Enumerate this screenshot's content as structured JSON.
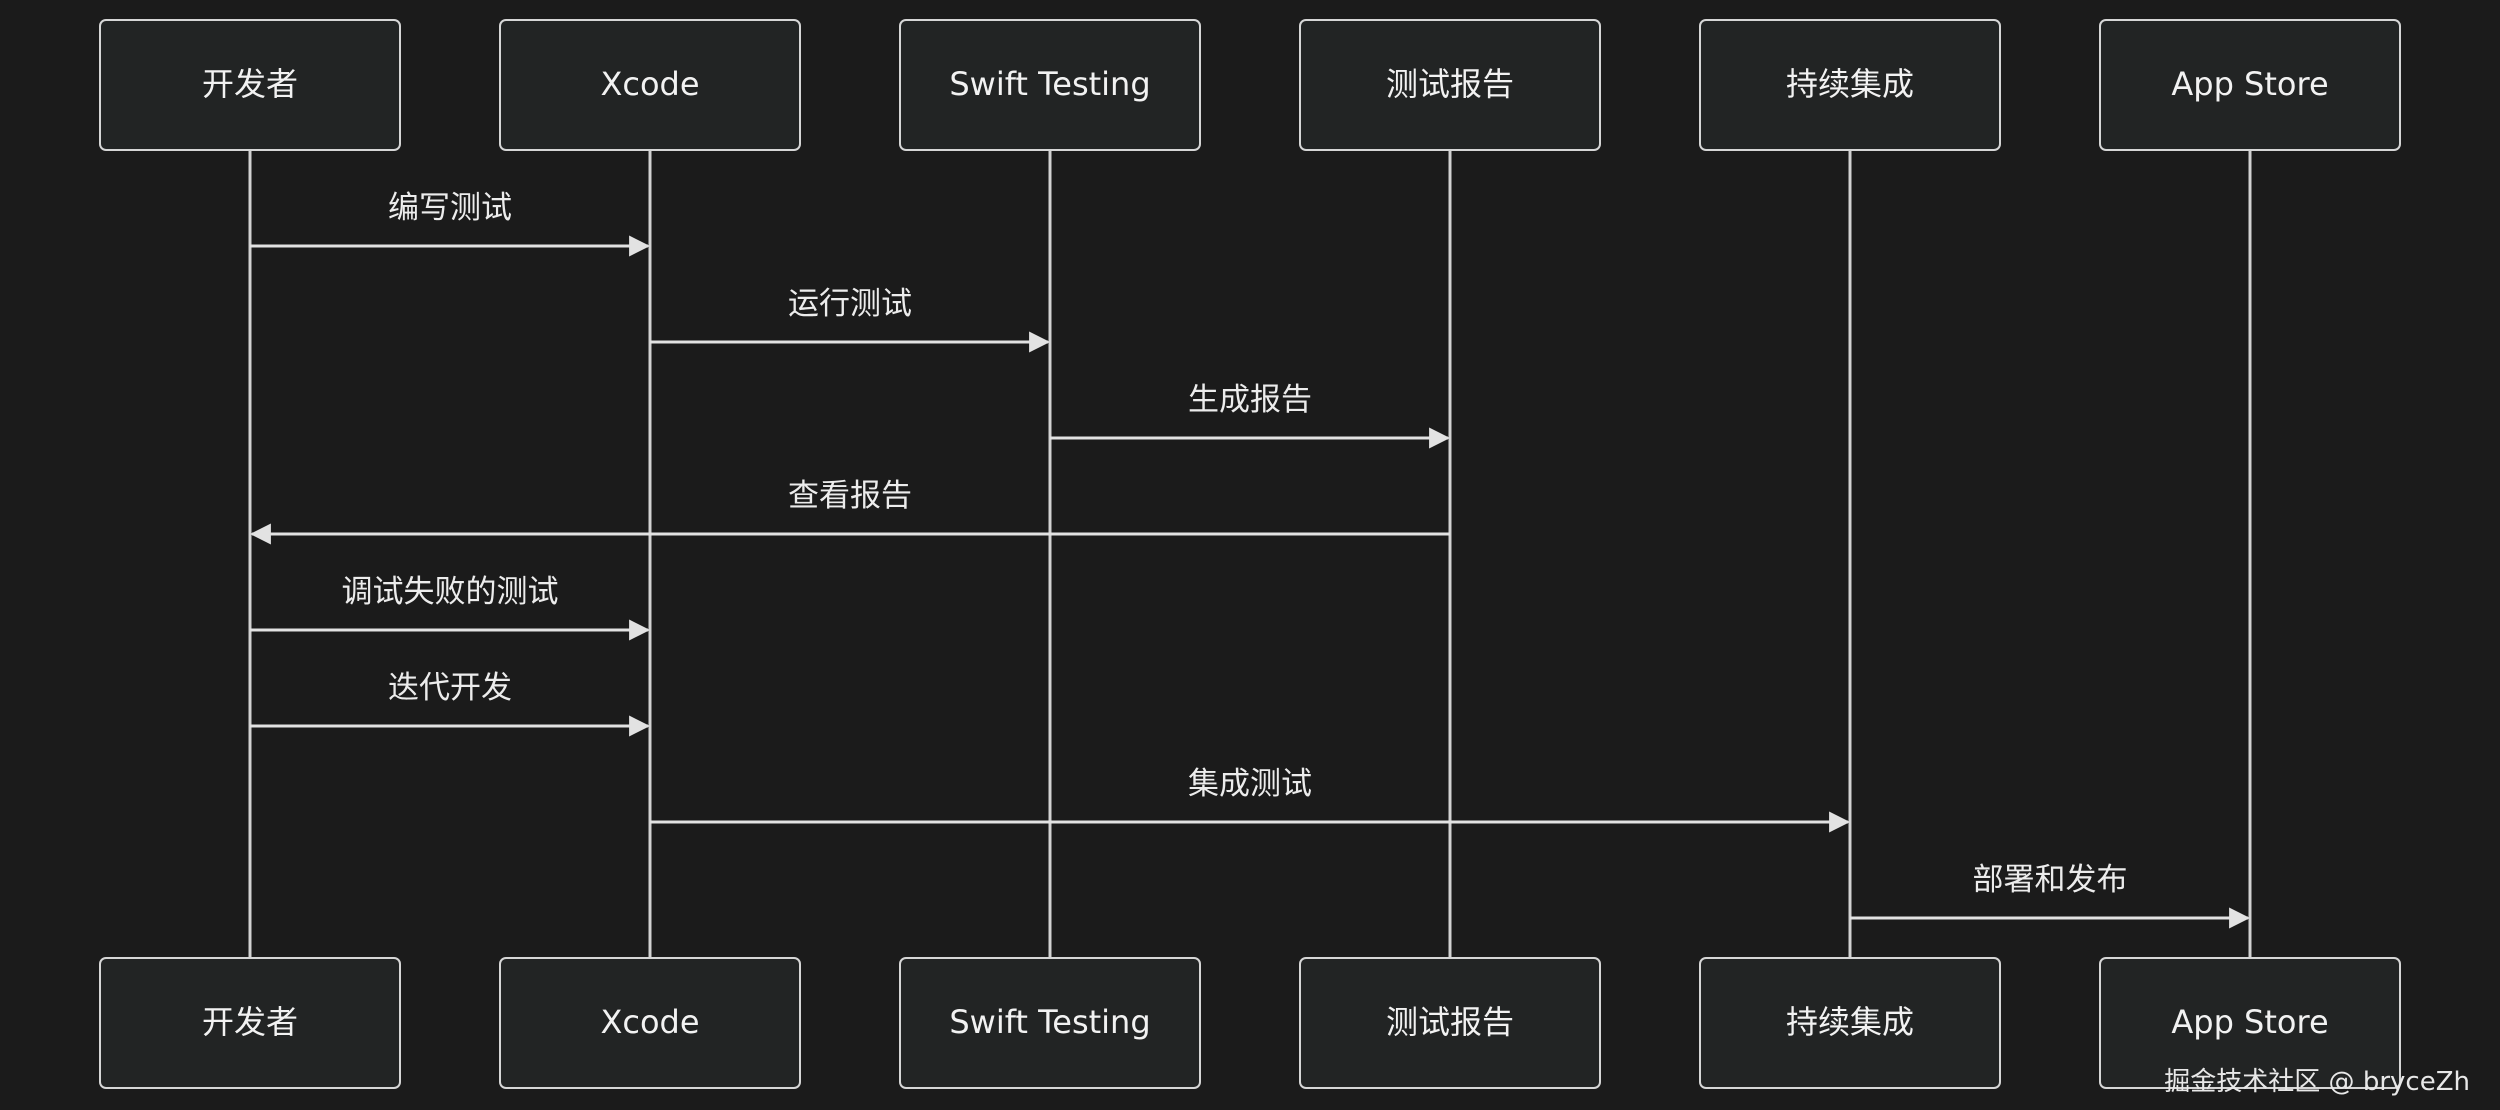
{
  "diagram": {
    "type": "sequence",
    "participants": [
      {
        "id": "dev",
        "label": "开发者"
      },
      {
        "id": "xcode",
        "label": "Xcode"
      },
      {
        "id": "swift_testing",
        "label": "Swift Testing"
      },
      {
        "id": "report",
        "label": "测试报告"
      },
      {
        "id": "ci",
        "label": "持续集成"
      },
      {
        "id": "appstore",
        "label": "App Store"
      }
    ],
    "messages": [
      {
        "from": "dev",
        "to": "xcode",
        "label": "编写测试"
      },
      {
        "from": "xcode",
        "to": "swift_testing",
        "label": "运行测试"
      },
      {
        "from": "swift_testing",
        "to": "report",
        "label": "生成报告"
      },
      {
        "from": "report",
        "to": "dev",
        "label": "查看报告"
      },
      {
        "from": "dev",
        "to": "xcode",
        "label": "调试失败的测试"
      },
      {
        "from": "dev",
        "to": "xcode",
        "label": "迭代开发"
      },
      {
        "from": "xcode",
        "to": "ci",
        "label": "集成测试"
      },
      {
        "from": "ci",
        "to": "appstore",
        "label": "部署和发布"
      }
    ]
  },
  "watermark": "掘金技术社区 @ bryceZh",
  "colors": {
    "background": "#1b1b1b",
    "box_fill": "#222424",
    "box_stroke": "#d6d6d6",
    "line": "#e2e2e2",
    "text": "#f2f2f2"
  }
}
